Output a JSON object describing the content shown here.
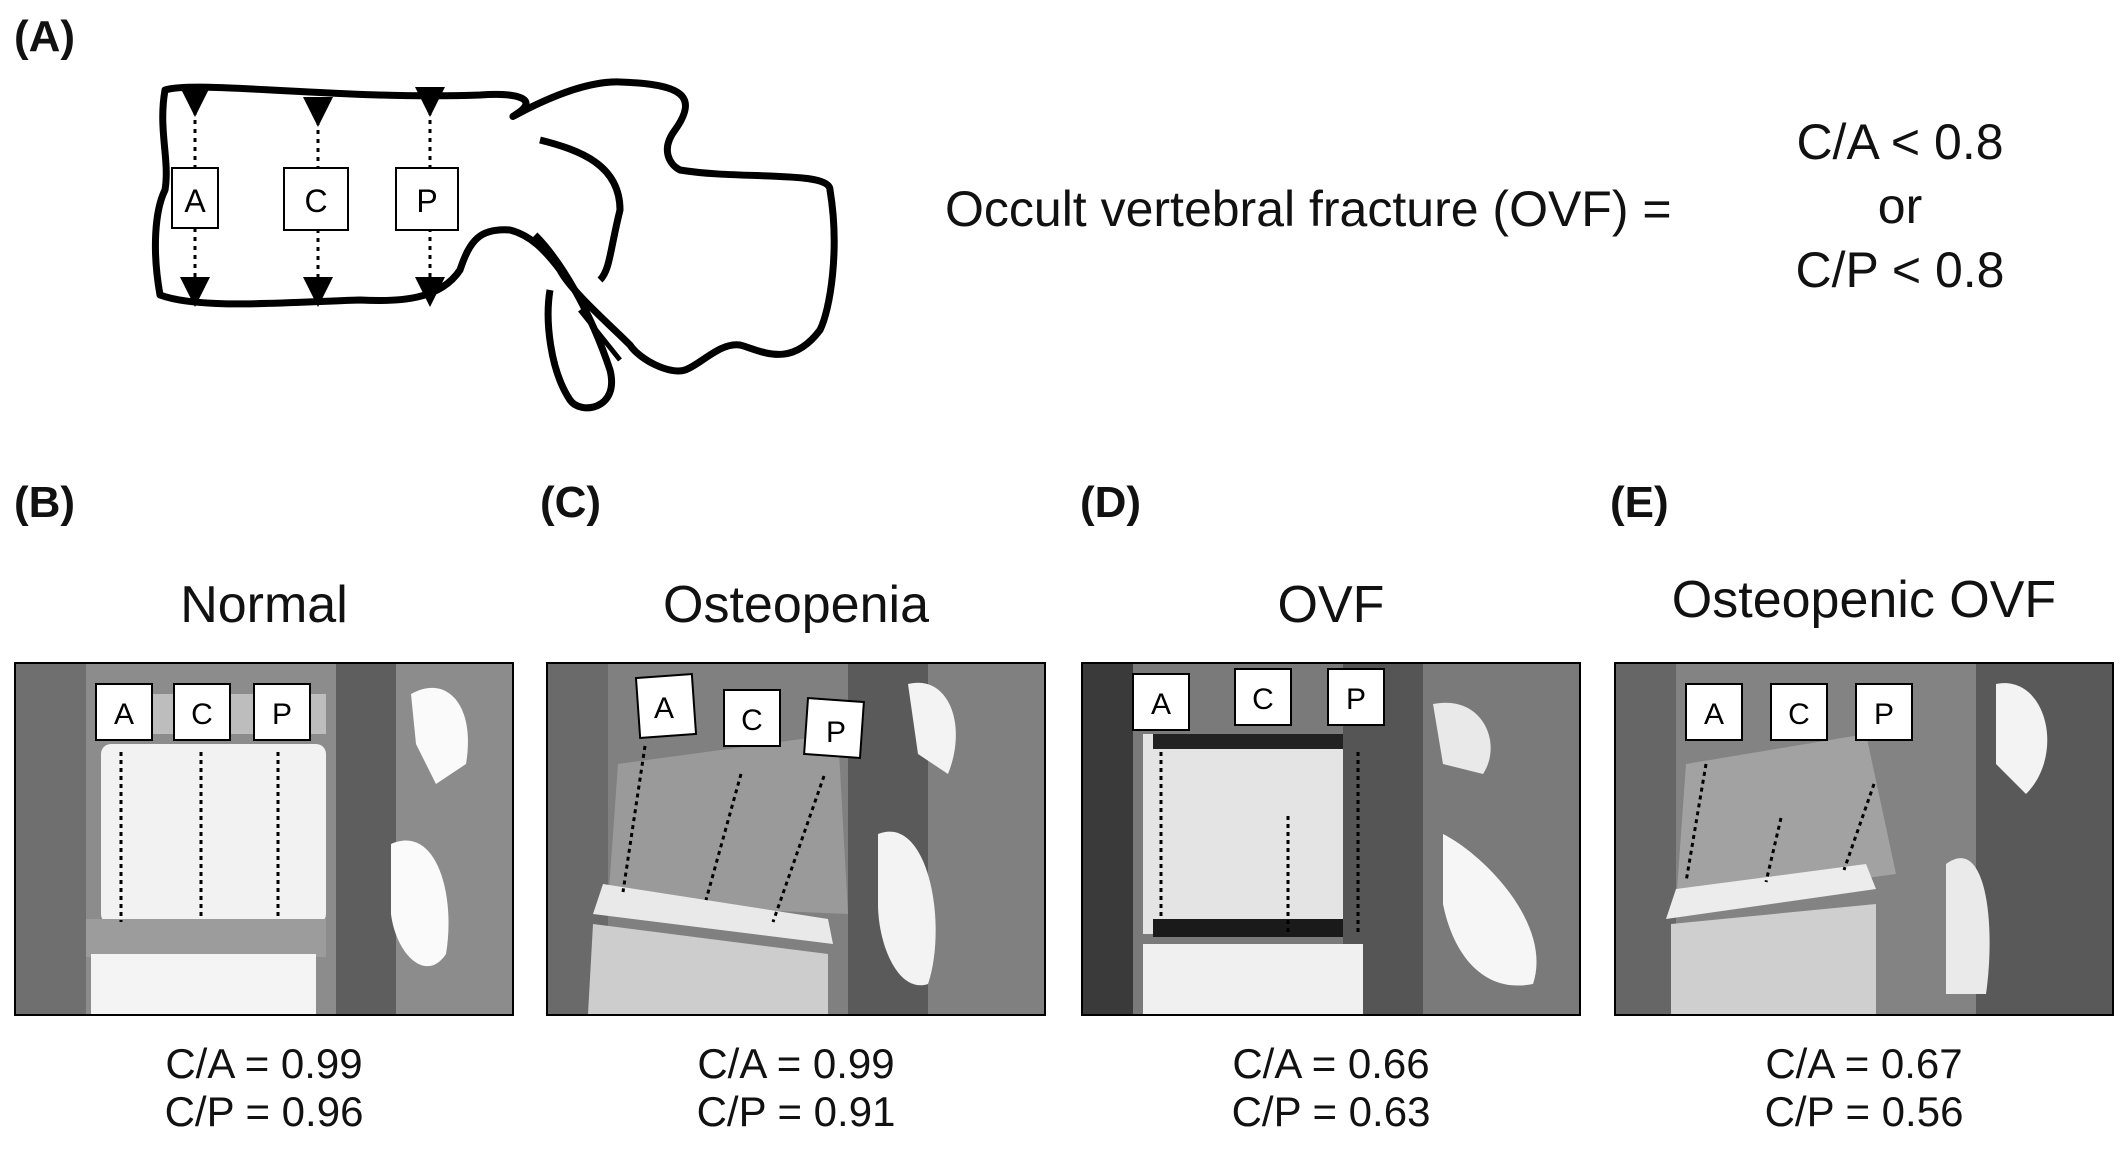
{
  "panels": {
    "a": {
      "label": "(A)",
      "boxes": [
        "A",
        "C",
        "P"
      ],
      "formula_lhs": "Occult vertebral fracture (OVF) =",
      "formula_rhs": [
        "C/A < 0.8",
        "or",
        "C/P < 0.8"
      ]
    },
    "b": {
      "label": "(B)",
      "title": "Normal",
      "boxes": [
        "A",
        "C",
        "P"
      ],
      "ratio_ca": "C/A = 0.99",
      "ratio_cp": "C/P = 0.96"
    },
    "c": {
      "label": "(C)",
      "title": "Osteopenia",
      "boxes": [
        "A",
        "C",
        "P"
      ],
      "ratio_ca": "C/A = 0.99",
      "ratio_cp": "C/P = 0.91"
    },
    "d": {
      "label": "(D)",
      "title": "OVF",
      "boxes": [
        "A",
        "C",
        "P"
      ],
      "ratio_ca": "C/A = 0.66",
      "ratio_cp": "C/P = 0.63"
    },
    "e": {
      "label": "(E)",
      "title": "Osteopenic OVF",
      "boxes": [
        "A",
        "C",
        "P"
      ],
      "ratio_ca": "C/A = 0.67",
      "ratio_cp": "C/P = 0.56"
    }
  }
}
